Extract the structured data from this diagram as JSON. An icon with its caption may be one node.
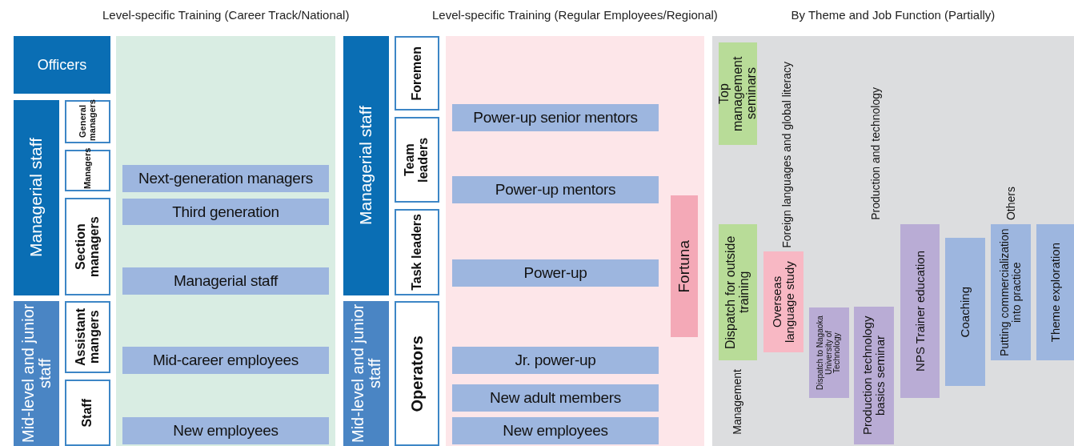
{
  "diagram": {
    "nodes": [
      {
        "text": [
          "Officers"
        ]
      },
      {
        "text": [
          "Managerial staff"
        ]
      },
      {
        "text": [
          "General managers"
        ]
      },
      {
        "text": [
          "Managers"
        ]
      },
      {
        "text": [
          "Section managers"
        ]
      },
      {
        "text": [
          "Mid-level and junior staff"
        ]
      },
      {
        "text": [
          "Assistant mangers"
        ]
      },
      {
        "text": [
          "Staff"
        ]
      },
      {
        "text": [
          "Level-specific Training (Career Track/National)"
        ]
      },
      {
        "text": [
          "Next-generation managers"
        ],
        "in": 8
      },
      {
        "text": [
          "Third generation"
        ],
        "in": 8
      },
      {
        "text": [
          "Managerial staff"
        ],
        "in": 8
      },
      {
        "text": [
          "Mid-career employees"
        ],
        "in": 8
      },
      {
        "text": [
          "New employees"
        ],
        "in": 8
      },
      {
        "text": [
          "Managerial staff"
        ]
      },
      {
        "text": [
          "Foremen"
        ]
      },
      {
        "text": [
          "Team leaders"
        ]
      },
      {
        "text": [
          "Task leaders"
        ]
      },
      {
        "text": [
          "Mid-level and junior staff"
        ]
      },
      {
        "text": [
          "Operators"
        ]
      },
      {
        "text": [
          "Level-specific Training (Regular Employees/Regional)"
        ]
      },
      {
        "text": [
          "Power-up senior mentors"
        ],
        "in": 20
      },
      {
        "text": [
          "Power-up mentors"
        ],
        "in": 20
      },
      {
        "text": [
          "Power-up"
        ],
        "in": 20
      },
      {
        "text": [
          "Jr. power-up"
        ],
        "in": 20
      },
      {
        "text": [
          "New adult members"
        ],
        "in": 20
      },
      {
        "text": [
          "New employees"
        ],
        "in": 20
      },
      {
        "text": [
          "Fortuna"
        ],
        "in": 20
      },
      {
        "text": [
          "By Theme and Job Function (Partially)"
        ]
      },
      {
        "text": [
          "Top management seminars"
        ],
        "in": 28
      },
      {
        "text": [
          "Dispatch for outside training"
        ],
        "in": 28
      },
      {
        "text": [
          "Overseas language study"
        ],
        "in": 28
      },
      {
        "text": [
          "Dispatch to Nagaoka University of Technology"
        ],
        "in": 28
      },
      {
        "text": [
          "Production technology basics seminar"
        ],
        "in": 28
      },
      {
        "text": [
          "NPS Trainer education"
        ],
        "in": 28
      },
      {
        "text": [
          "Coaching"
        ],
        "in": 28
      },
      {
        "text": [
          "Putting commercialization into practice"
        ],
        "in": 28
      },
      {
        "text": [
          "Theme exploration"
        ],
        "in": 28
      }
    ],
    "labels": [
      "Foreign languages and global literacy",
      "Production and technology",
      "Others",
      "Management"
    ]
  }
}
